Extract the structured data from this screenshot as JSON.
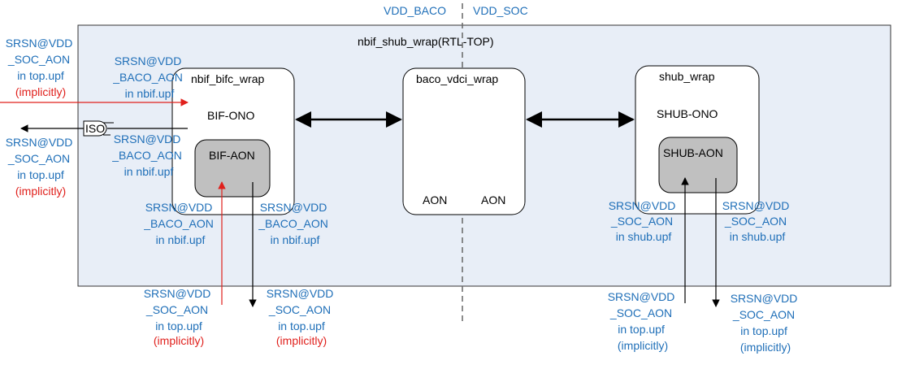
{
  "power_domains": {
    "left": "VDD_BACO",
    "right": "VDD_SOC"
  },
  "wrapper": {
    "title": "nbif_shub_wrap(RTL-TOP)"
  },
  "blocks": {
    "nbif": {
      "title": "nbif_bifc_wrap",
      "ono_label": "BIF-ONO",
      "aon_label": "BIF-AON"
    },
    "baco": {
      "title": "baco_vdci_wrap",
      "aon_left": "AON",
      "aon_right": "AON"
    },
    "shub": {
      "title": "shub_wrap",
      "ono_label": "SHUB-ONO",
      "aon_label": "SHUB-AON"
    }
  },
  "iso": {
    "label": "ISO"
  },
  "annotations": {
    "top_left_soc": [
      "SRSN@VDD",
      "_SOC_AON",
      "in top.upf"
    ],
    "top_left_soc_note": "(implicitly)",
    "top_left_baco": [
      "SRSN@VDD",
      "_BACO_AON",
      "in nbif.upf"
    ],
    "mid_left_soc": [
      "SRSN@VDD",
      "_SOC_AON",
      "in top.upf"
    ],
    "mid_left_soc_note": "(implicitly)",
    "mid_left_baco": [
      "SRSN@VDD",
      "_BACO_AON",
      "in nbif.upf"
    ],
    "bif_in_baco": [
      "SRSN@VDD",
      "_BACO_AON",
      "in nbif.upf"
    ],
    "bif_out_baco": [
      "SRSN@VDD",
      "_BACO_AON",
      "in nbif.upf"
    ],
    "bottom_bif_in": [
      "SRSN@VDD",
      "_SOC_AON",
      "in top.upf"
    ],
    "bottom_bif_in_note": "(implicitly)",
    "bottom_bif_out": [
      "SRSN@VDD",
      "_SOC_AON",
      "in top.upf"
    ],
    "bottom_bif_out_note": "(implicitly)",
    "shub_in_shub": [
      "SRSN@VDD",
      "_SOC_AON",
      "in shub.upf"
    ],
    "shub_out_shub": [
      "SRSN@VDD",
      "_SOC_AON",
      "in shub.upf"
    ],
    "bottom_shub_in": [
      "SRSN@VDD",
      "_SOC_AON",
      "in top.upf",
      "(implicitly)"
    ],
    "bottom_shub_out": [
      "SRSN@VDD",
      "_SOC_AON",
      "in top.upf",
      "(implicitly)"
    ]
  },
  "colors": {
    "annotation_blue": "#1f6fb8",
    "implicit_red": "#e0201c",
    "wrapper_fill": "#e8eef7",
    "aon_fill": "#c0c0c0"
  }
}
